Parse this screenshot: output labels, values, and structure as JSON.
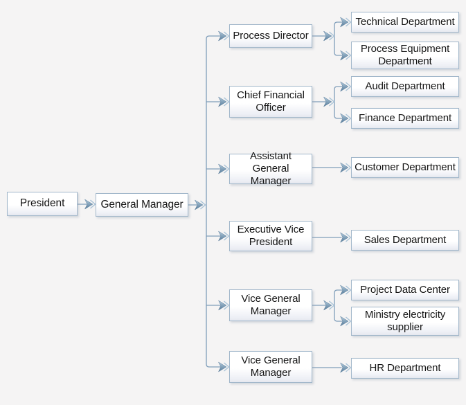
{
  "diagram": {
    "type": "org-chart",
    "root": {
      "label": "President"
    },
    "general_manager": {
      "label": "General Manager"
    },
    "managers": [
      {
        "label": "Process Director",
        "departments": [
          {
            "label": "Technical Department"
          },
          {
            "label": "Process Equipment Department"
          }
        ]
      },
      {
        "label": "Chief Financial Officer",
        "departments": [
          {
            "label": "Audit Department"
          },
          {
            "label": "Finance Department"
          }
        ]
      },
      {
        "label": "Assistant General Manager",
        "departments": [
          {
            "label": "Customer Department"
          }
        ]
      },
      {
        "label": "Executive Vice President",
        "departments": [
          {
            "label": "Sales Department"
          }
        ]
      },
      {
        "label": "Vice General Manager",
        "departments": [
          {
            "label": "Project Data Center"
          },
          {
            "label": "Ministry electricity supplier"
          }
        ]
      },
      {
        "label": "Vice General Manager",
        "departments": [
          {
            "label": "HR Department"
          }
        ]
      }
    ],
    "icons": {
      "connector_arrow": "double-chevron-right"
    },
    "colors": {
      "background": "#f5f4f4",
      "box_border": "#a3b8cb",
      "box_fill_top": "#ffffff",
      "box_fill_bottom": "#e5e8ef",
      "connector_line": "#7f9db9",
      "arrow_fill_light": "#b3cbdd",
      "arrow_fill_dark": "#567b99",
      "open_chevron": "#a9c3d7",
      "text": "#151515"
    }
  }
}
